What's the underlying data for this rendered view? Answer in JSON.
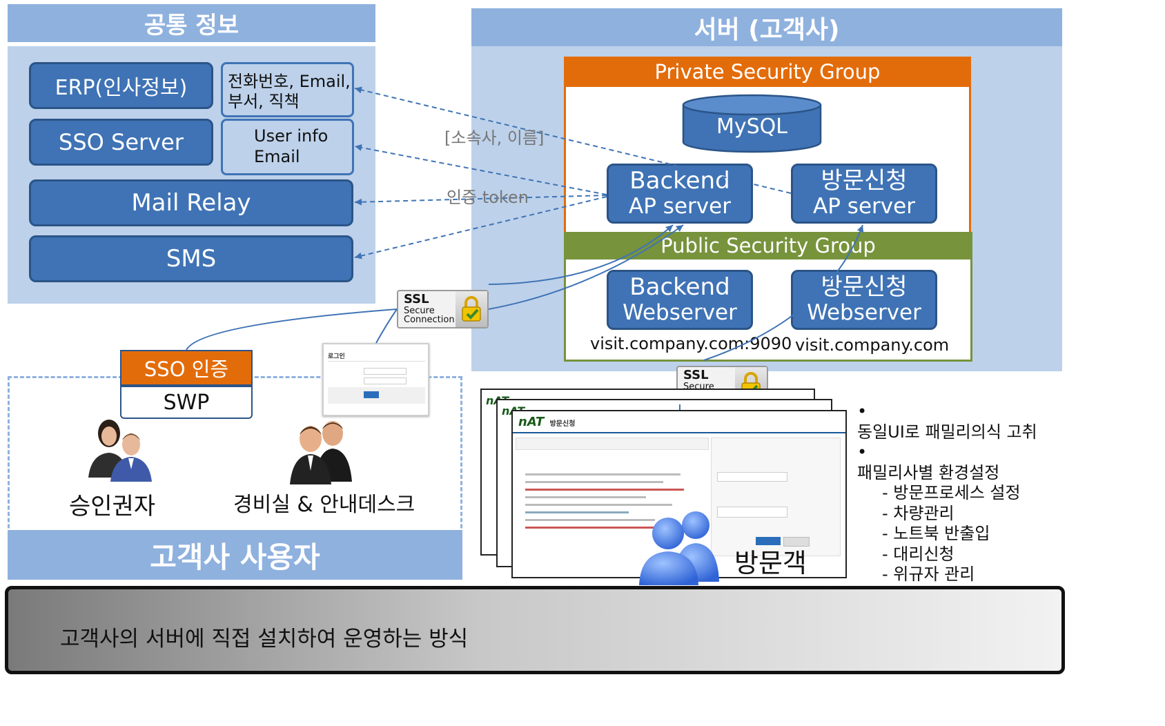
{
  "common": {
    "title": "공통 정보",
    "erp": "ERP(인사정보)",
    "erp_fields_1": "전화번호, Email,",
    "erp_fields_2": "부서, 직책",
    "sso_server": "SSO Server",
    "sso_fields_1": "User info",
    "sso_fields_2": "Email",
    "mail_relay": "Mail Relay",
    "sms": "SMS"
  },
  "server": {
    "title": "서버 (고객사)",
    "private_group": "Private Security Group",
    "mysql": "MySQL",
    "backend_ap_1": "Backend",
    "backend_ap_2": "AP server",
    "visit_ap_1": "방문신청",
    "visit_ap_2": "AP server",
    "public_group": "Public Security Group",
    "backend_web_1": "Backend",
    "backend_web_2": "Webserver",
    "visit_web_1": "방문신청",
    "visit_web_2": "Webserver",
    "backend_url": "visit.company.com:9090",
    "visit_url": "visit.company.com"
  },
  "flows": {
    "label_company_name": "[소속사, 이름]",
    "label_auth_token": "인증 token"
  },
  "ssl": {
    "line1": "SSL",
    "line2": "Secure",
    "line3": "Connection"
  },
  "customer_users": {
    "title": "고객사 사용자",
    "sso_auth": "SSO 인증",
    "swp": "SWP",
    "approver": "승인권자",
    "security_desk": "경비실 & 안내데스크",
    "login_title": "로그인"
  },
  "visitor": {
    "label": "방문객",
    "app_logo": "AT",
    "app_name": "방문신청"
  },
  "features": {
    "items": [
      "동일UI로 패밀리의식 고취",
      "패밀리사별 환경설정",
      "- 방문프로세스 설정",
      "- 차량관리",
      "- 노트북 반출입",
      "- 대리신청",
      "- 위규자 관리"
    ]
  },
  "footer": {
    "text": "고객사의 서버에 직접 설치하여 운영하는 방식"
  }
}
